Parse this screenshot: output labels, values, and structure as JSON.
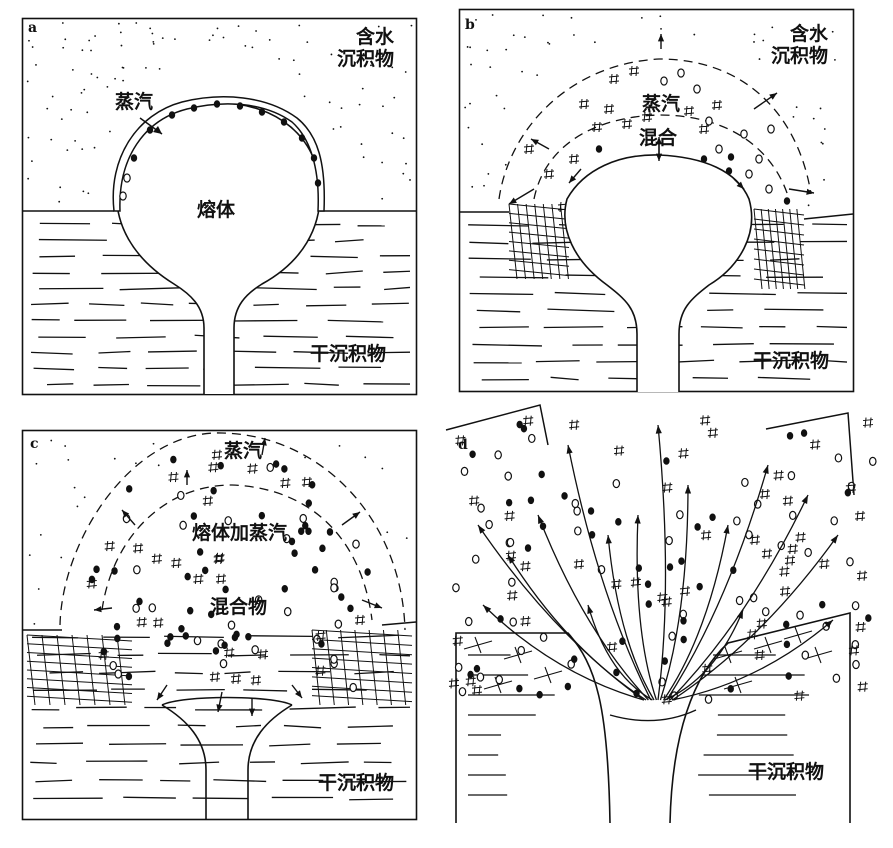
{
  "panels": [
    {
      "id": "a",
      "letter": "a",
      "labels": {
        "wet_sediment": "含水\n沉积物",
        "steam": "蒸汽",
        "melt": "熔体",
        "dry_sediment": "干沉积物"
      }
    },
    {
      "id": "b",
      "letter": "b",
      "labels": {
        "wet_sediment": "含水\n沉积物",
        "steam": "蒸汽",
        "mixing": "混合",
        "dry_sediment": "干沉积物"
      }
    },
    {
      "id": "c",
      "letter": "c",
      "labels": {
        "steam": "蒸汽",
        "melt_plus_steam": "熔体加蒸汽",
        "mixture": "混合物",
        "dry_sediment": "干沉积物"
      }
    },
    {
      "id": "d",
      "letter": "d",
      "labels": {
        "dry_sediment": "干沉积物"
      }
    }
  ],
  "colors": {
    "ink": "#111111",
    "background": "#ffffff"
  }
}
